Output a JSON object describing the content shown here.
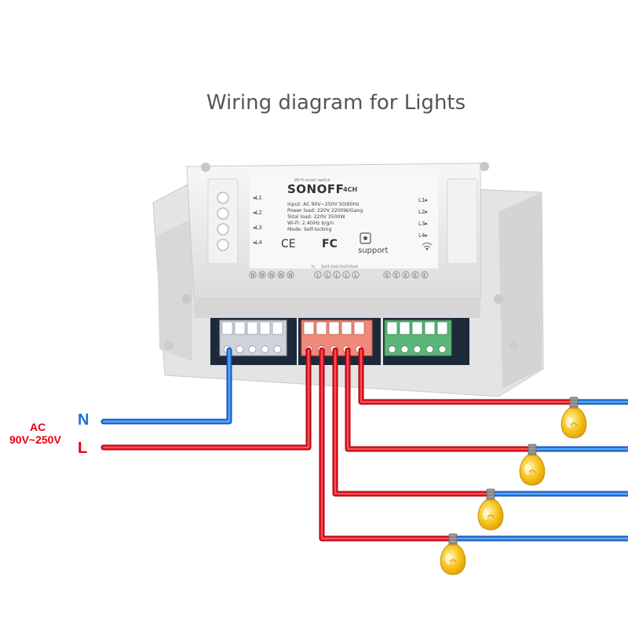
{
  "title": "Wiring diagram for Lights",
  "source": {
    "ac_label": "AC",
    "voltage_range": "90V~250V",
    "neutral_label": "N",
    "live_label": "L"
  },
  "device": {
    "brand": "SONOFF",
    "model": "4CH",
    "subtitle": "Wi-Fi smart switch",
    "specs": [
      "Input: AC 90V~250V 50/60Hz",
      "Power load: 220V 2200W/Gang",
      "Total load: 220V 3500W",
      "Wi-Fi: 2.4GHz b/g/n",
      "Mode: Self-locking"
    ],
    "left_channels": [
      "L1",
      "L2",
      "L3",
      "L4"
    ],
    "right_channels": [
      "L1",
      "L2",
      "L3",
      "L4"
    ],
    "cert_ce": "CE",
    "cert_fc": "FC",
    "support_label": "support",
    "terminal_n": [
      "N",
      "N",
      "N",
      "N",
      "N"
    ],
    "terminal_l": [
      "L",
      "L",
      "L",
      "L",
      "L"
    ],
    "terminal_e": [
      "E",
      "E",
      "E",
      "E",
      "E"
    ],
    "terminal_out_labels": [
      "In",
      "Out1",
      "Out2",
      "Out3",
      "Out4"
    ]
  },
  "colors": {
    "neutral_wire": "#1e6fd9",
    "live_wire": "#e60012",
    "bulb": "#f7c21b",
    "device_body": "#eeeeee",
    "terminal_neutral": "#cfd3dc",
    "terminal_live": "#f08a7a",
    "terminal_earth": "#5cb67a"
  },
  "icons": [
    "bulb-icon",
    "wifi-icon",
    "ewelink-support-icon"
  ]
}
